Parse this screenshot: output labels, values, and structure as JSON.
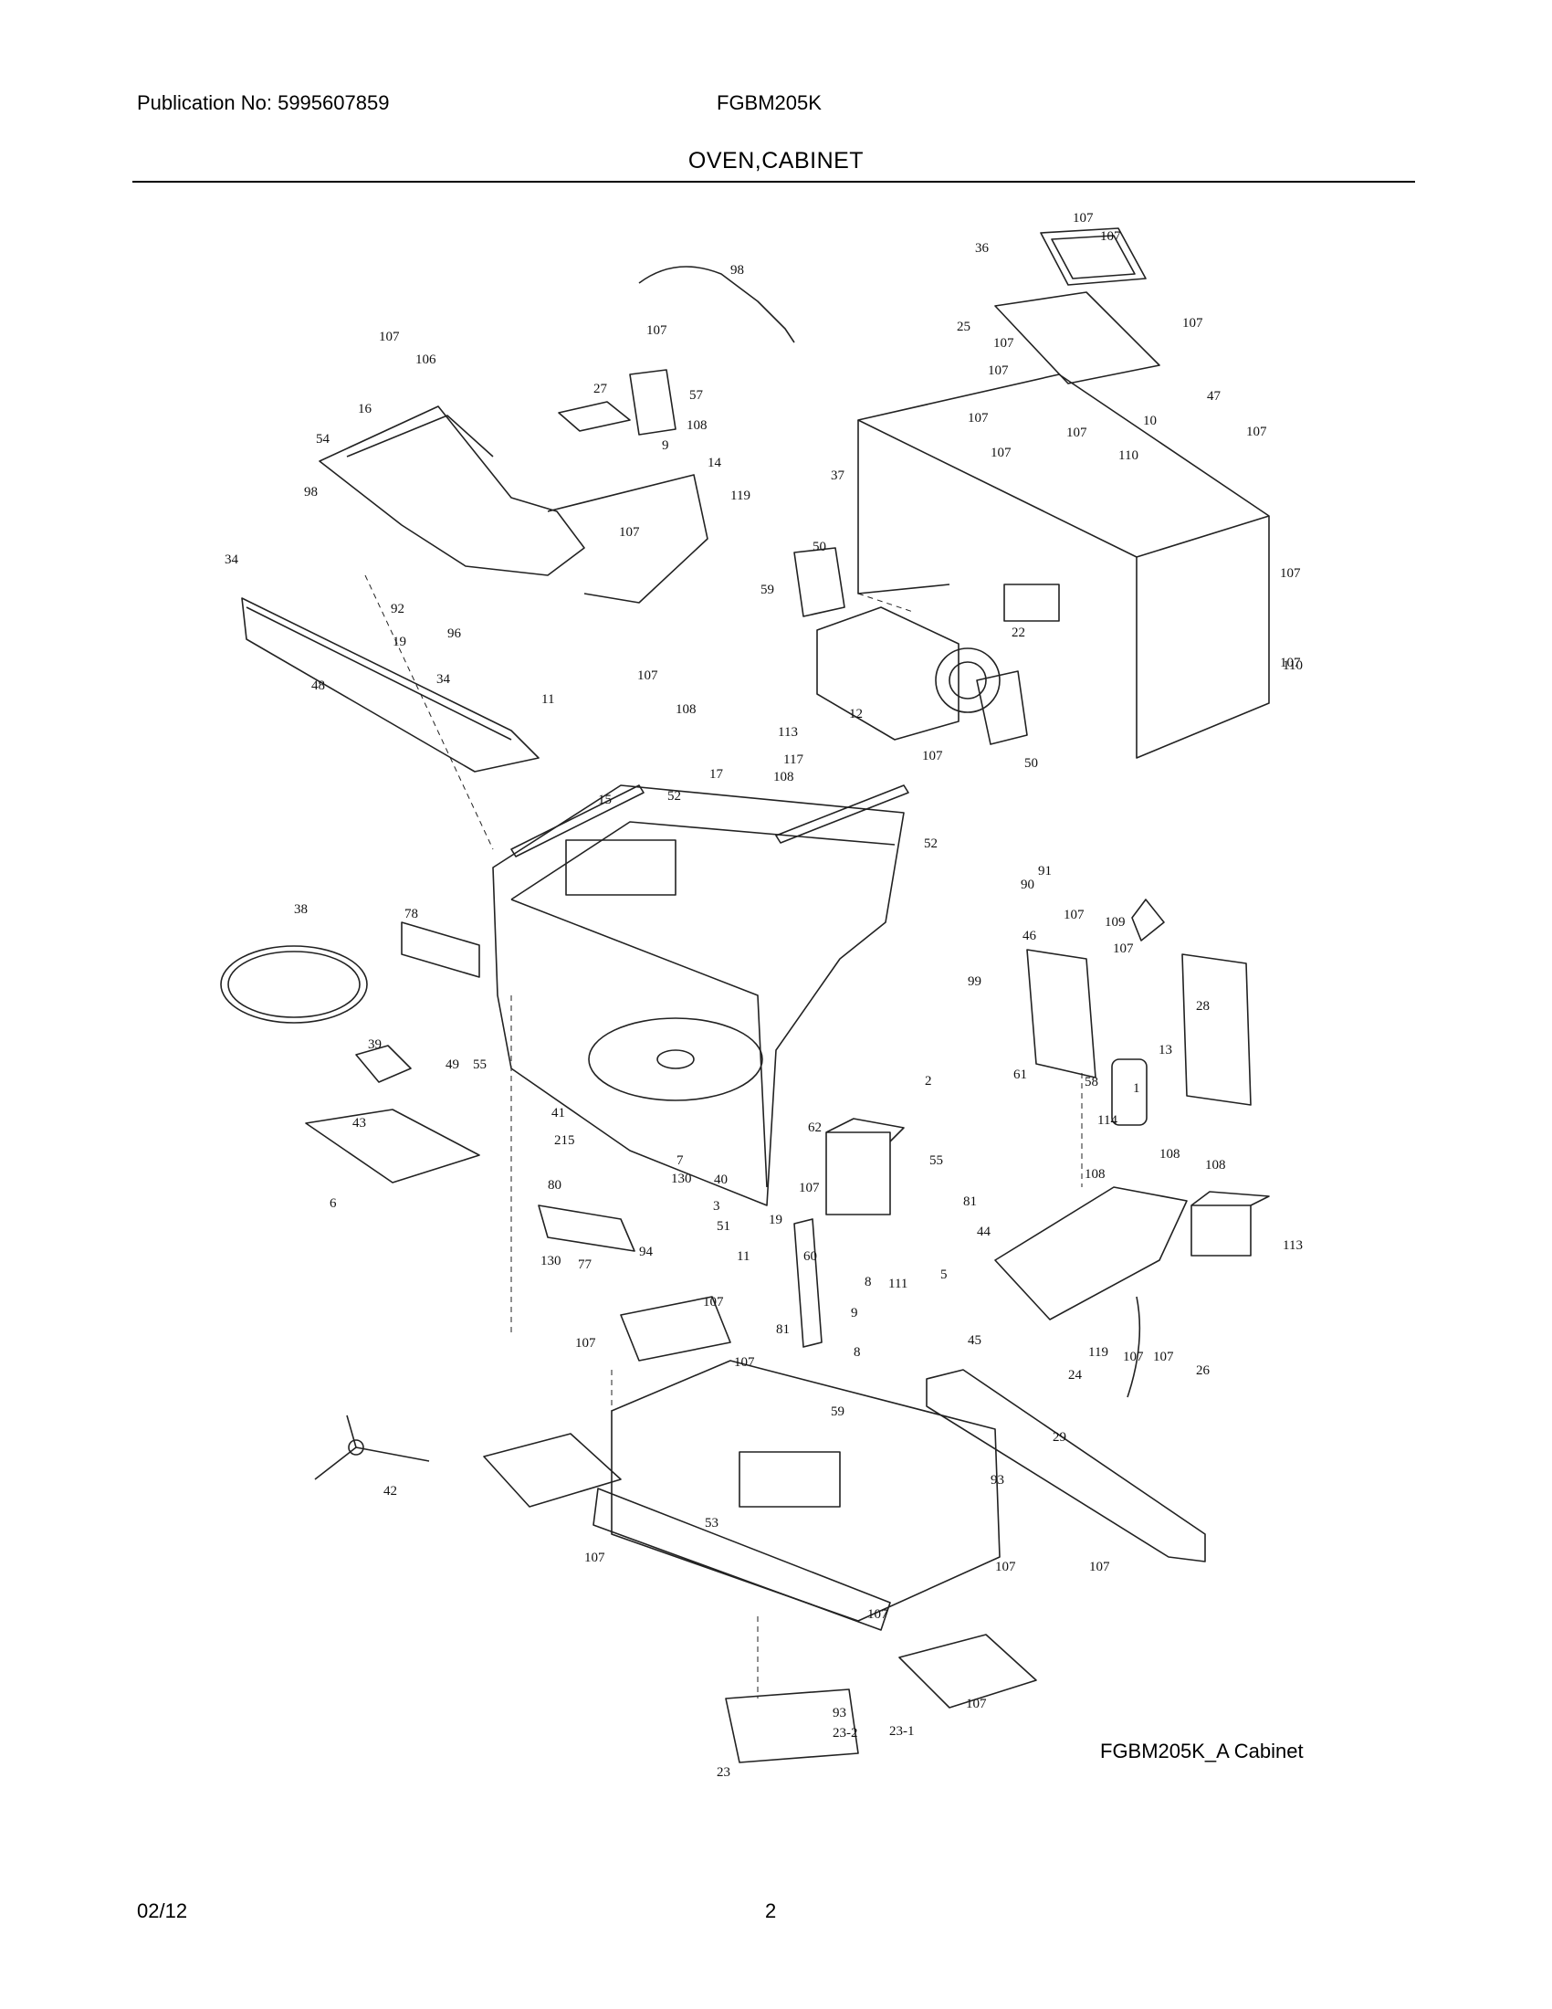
{
  "header": {
    "publication": "Publication No: 5995607859",
    "model": "FGBM205K",
    "title": "OVEN,CABINET"
  },
  "diagram": {
    "caption": "FGBM205K_A Cabinet",
    "callouts": [
      "107",
      "107",
      "36",
      "98",
      "107",
      "25",
      "107",
      "107",
      "106",
      "107",
      "27",
      "57",
      "107",
      "47",
      "107",
      "16",
      "108",
      "107",
      "10",
      "107",
      "54",
      "9",
      "14",
      "110",
      "107",
      "37",
      "98",
      "119",
      "107",
      "50",
      "59",
      "34",
      "107",
      "92",
      "96",
      "22",
      "107",
      "19",
      "48",
      "34",
      "11",
      "12",
      "110",
      "107",
      "108",
      "113",
      "17",
      "108",
      "117",
      "107",
      "50",
      "15",
      "52",
      "52",
      "91",
      "90",
      "38",
      "78",
      "107",
      "109",
      "46",
      "99",
      "107",
      "28",
      "49",
      "55",
      "61",
      "13",
      "2",
      "58",
      "1",
      "39",
      "41",
      "62",
      "114",
      "108",
      "108",
      "215",
      "55",
      "7",
      "43",
      "40",
      "107",
      "130",
      "3",
      "108",
      "80",
      "51",
      "19",
      "81",
      "113",
      "6",
      "94",
      "11",
      "44",
      "60",
      "130",
      "77",
      "111",
      "5",
      "8",
      "107",
      "9",
      "81",
      "45",
      "107",
      "119",
      "107",
      "107",
      "24",
      "8",
      "107",
      "26",
      "59",
      "29",
      "42",
      "93",
      "107",
      "53",
      "107",
      "107",
      "107",
      "107",
      "93",
      "23-2",
      "23-1",
      "23",
      "107"
    ]
  },
  "footer": {
    "date": "02/12",
    "page": "2"
  }
}
